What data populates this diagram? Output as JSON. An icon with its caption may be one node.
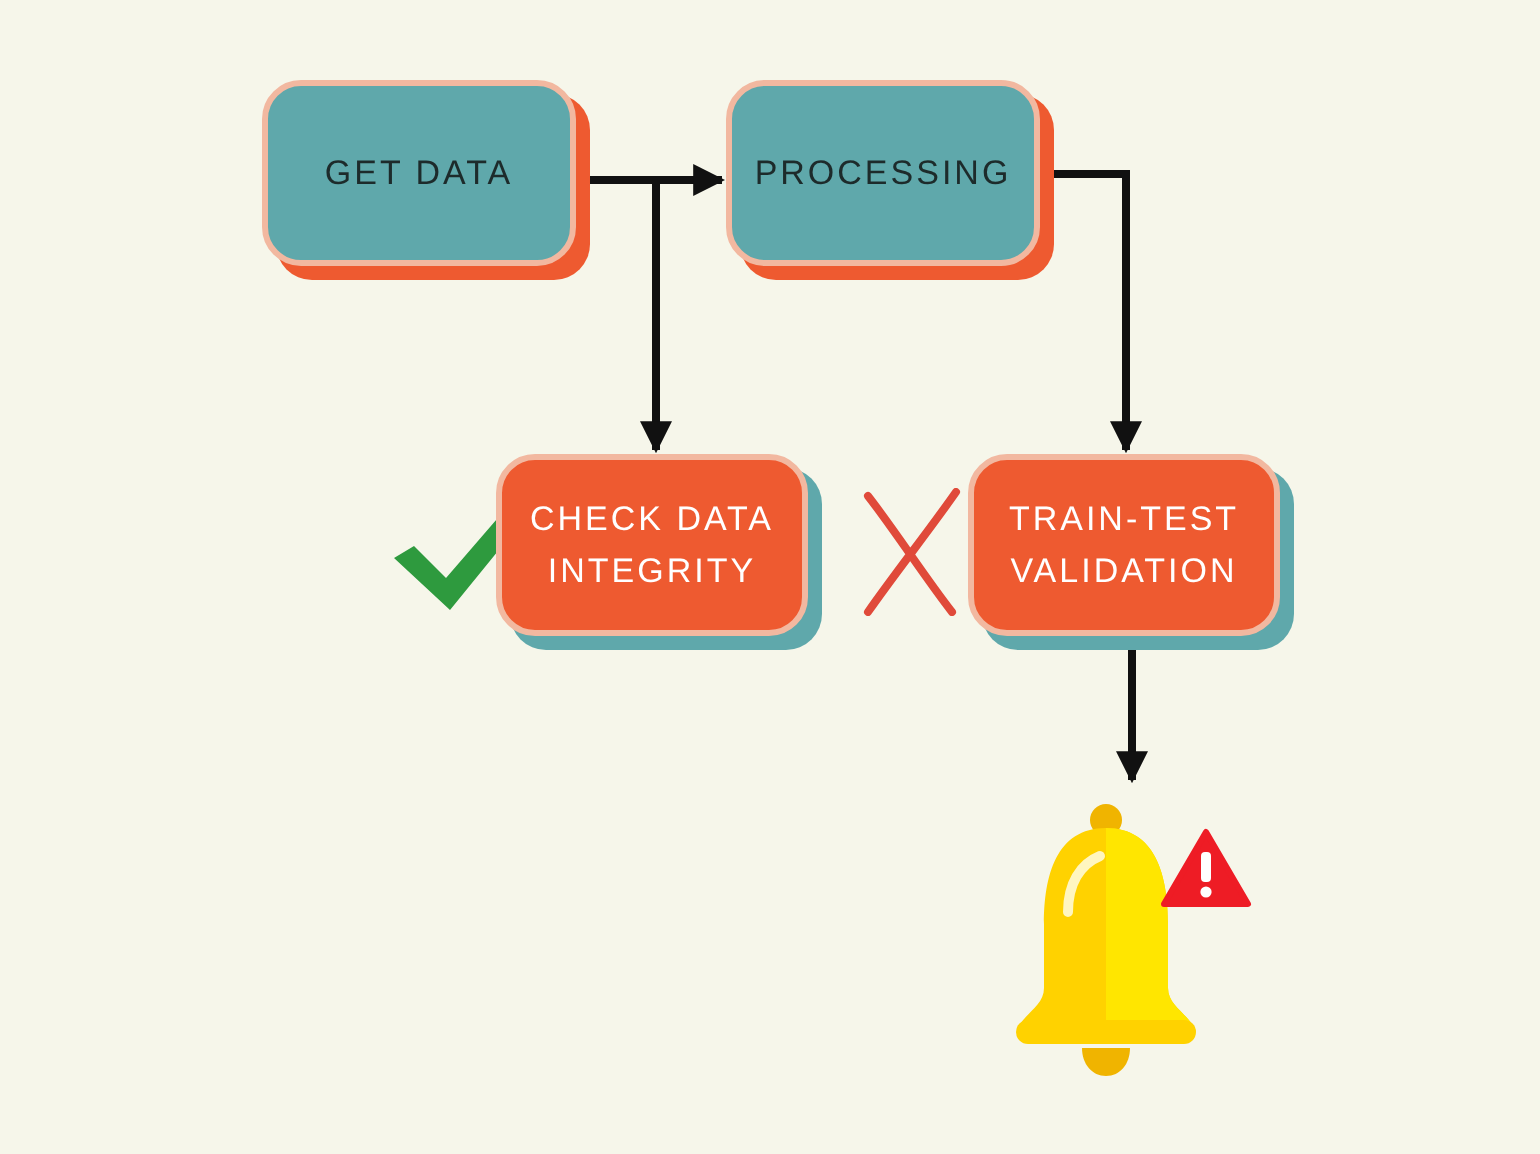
{
  "diagram": {
    "nodes": [
      {
        "text": [
          "GET DATA"
        ]
      },
      {
        "text": [
          "PROCESSING"
        ]
      },
      {
        "text": [
          "CHECK DATA INTEGRITY"
        ]
      },
      {
        "text": [
          "TRAIN-TEST VALIDATION"
        ]
      },
      {
        "text": [],
        "shape": "bell"
      }
    ],
    "edges": [
      {
        "from": 0,
        "to": 1,
        "arrow": "to"
      },
      {
        "from": 0,
        "to": 2,
        "arrow": "to"
      },
      {
        "from": 1,
        "to": 3,
        "arrow": "to"
      },
      {
        "from": 3,
        "to": 4,
        "arrow": "to"
      }
    ]
  }
}
